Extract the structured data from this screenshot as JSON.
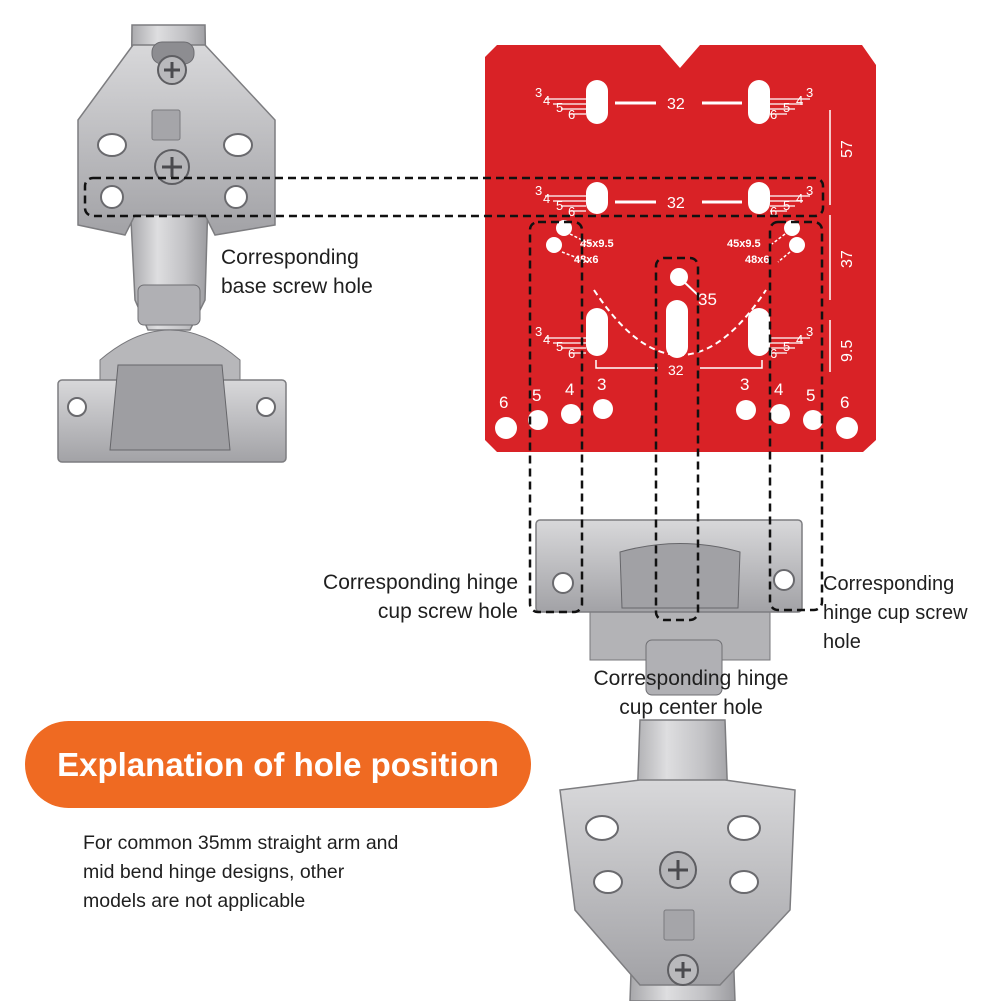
{
  "colors": {
    "jig_red": "#d92226",
    "metal": "#c6c6c8",
    "metal_dark": "#8b8b8e",
    "accent_orange": "#ef6a22",
    "dash": "#111111"
  },
  "jig": {
    "row_spacing": "32",
    "bore_size": "35",
    "cup_spacing": "32",
    "right_dims": [
      "57",
      "37",
      "9.5"
    ],
    "scale_digits": [
      "3",
      "4",
      "5",
      "6"
    ],
    "hinge_sizes_a": "45x9.5",
    "hinge_sizes_b": "48x6",
    "edge_numbers": [
      "6",
      "5",
      "4",
      "3",
      "3",
      "4",
      "5",
      "6"
    ]
  },
  "labels": {
    "base_screw_hole": [
      "Corresponding",
      "base screw hole"
    ],
    "cup_screw_hole_left": [
      "Corresponding hinge",
      "cup screw hole"
    ],
    "cup_screw_hole_right": [
      "Corresponding",
      "hinge cup screw",
      "hole"
    ],
    "cup_center_hole": [
      "Corresponding hinge",
      "cup center hole"
    ]
  },
  "title": "Explanation of hole position",
  "note": [
    "For common 35mm straight arm and",
    "mid bend hinge designs, other",
    "models are not applicable"
  ]
}
